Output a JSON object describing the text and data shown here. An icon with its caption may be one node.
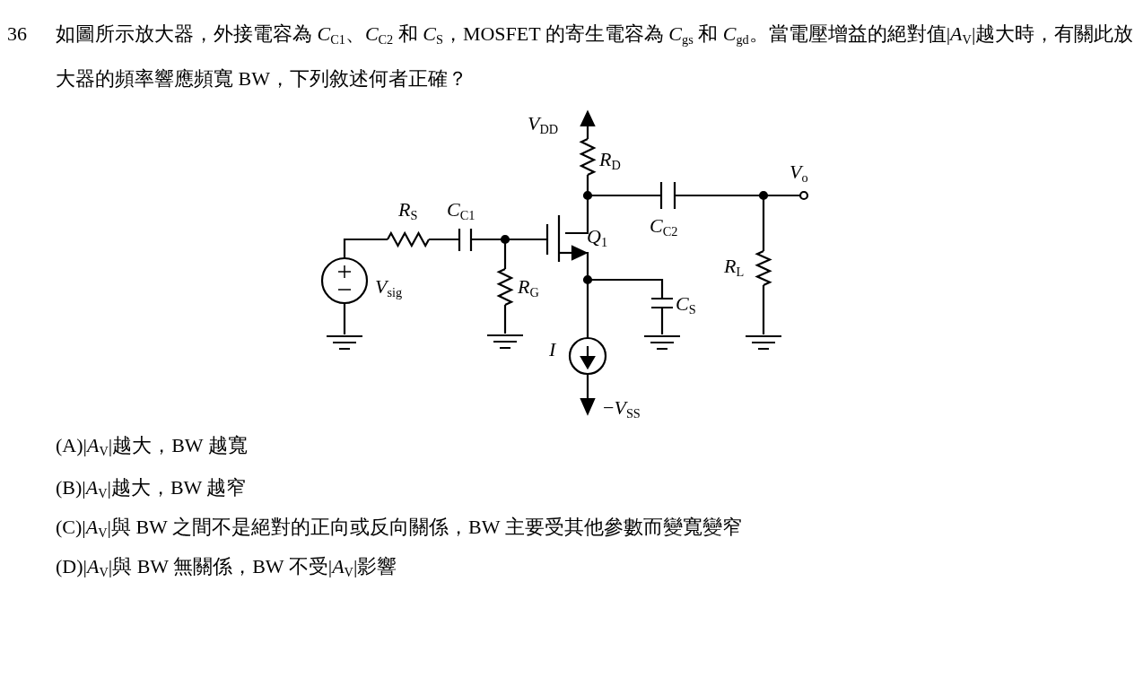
{
  "diagram": {
    "labels": [
      "36",
      "如圖所示放大器，外接電容為 *C*$_{C1}$、*C*$_{C2}$ 和 *C*$_{S}$，MOSFET 的寄生電容為 *C*$_{gs}$ 和 *C*$_{gd}$。當電壓增益的絕對值|*A*$_{V}$|越大時，有關此放大器的頻率響應頻寬 BW，下列敘述何者正確？",
      "*V*$_{DD}$",
      "*R*$_{D}$",
      "*V*$_{o}$",
      "*R*$_{S}$",
      "*C*$_{C1}$",
      "*Q*$_{1}$",
      "*C*$_{C2}$",
      "*R*$_{L}$",
      "*V*$_{sig}$",
      "*R*$_{G}$",
      "*C*$_{S}$",
      "*I*",
      "−*V*$_{SS}$",
      "(A)|*A*$_{V}$|越大，BW 越寬",
      "(B)|*A*$_{V}$|越大，BW 越窄",
      "(C)|*A*$_{V}$|與 BW 之間不是絕對的正向或反向關係，BW 主要受其他參數而變寬變窄",
      "(D)|*A*$_{V}$|與 BW 無關係，BW 不受|*A*$_{V}$|影響"
    ]
  }
}
